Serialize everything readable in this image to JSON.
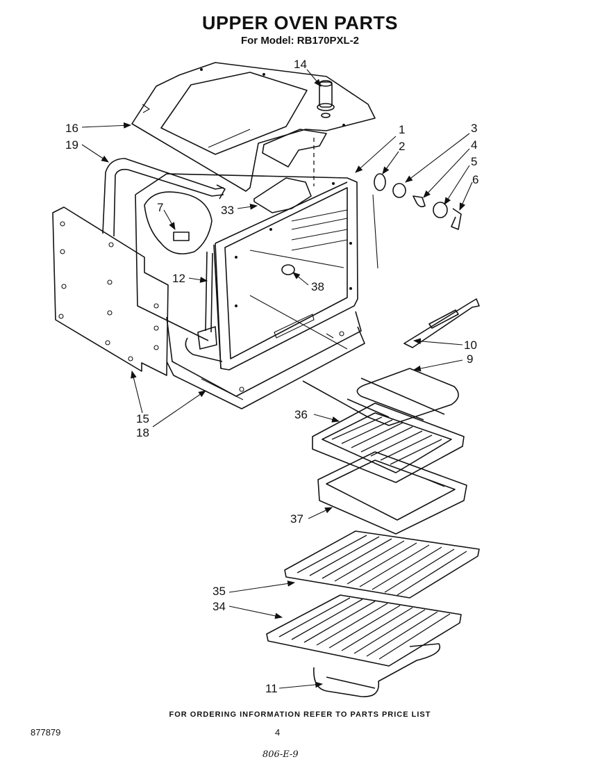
{
  "header": {
    "title": "UPPER OVEN PARTS",
    "subtitle": "For Model: RB170PXL-2"
  },
  "callouts": [
    {
      "id": "callout-14",
      "label": "14"
    },
    {
      "id": "callout-16",
      "label": "16"
    },
    {
      "id": "callout-19",
      "label": "19"
    },
    {
      "id": "callout-1",
      "label": "1"
    },
    {
      "id": "callout-2",
      "label": "2"
    },
    {
      "id": "callout-3",
      "label": "3"
    },
    {
      "id": "callout-4",
      "label": "4"
    },
    {
      "id": "callout-5",
      "label": "5"
    },
    {
      "id": "callout-6",
      "label": "6"
    },
    {
      "id": "callout-7",
      "label": "7"
    },
    {
      "id": "callout-33",
      "label": "33"
    },
    {
      "id": "callout-12",
      "label": "12"
    },
    {
      "id": "callout-38",
      "label": "38"
    },
    {
      "id": "callout-10",
      "label": "10"
    },
    {
      "id": "callout-9",
      "label": "9"
    },
    {
      "id": "callout-15",
      "label": "15"
    },
    {
      "id": "callout-18",
      "label": "18"
    },
    {
      "id": "callout-36",
      "label": "36"
    },
    {
      "id": "callout-37",
      "label": "37"
    },
    {
      "id": "callout-35",
      "label": "35"
    },
    {
      "id": "callout-34",
      "label": "34"
    },
    {
      "id": "callout-11",
      "label": "11"
    }
  ],
  "footer": {
    "note": "FOR ORDERING INFORMATION REFER TO PARTS PRICE LIST",
    "doc_number": "877879",
    "page_number": "4",
    "handwritten": "806-E-9"
  }
}
